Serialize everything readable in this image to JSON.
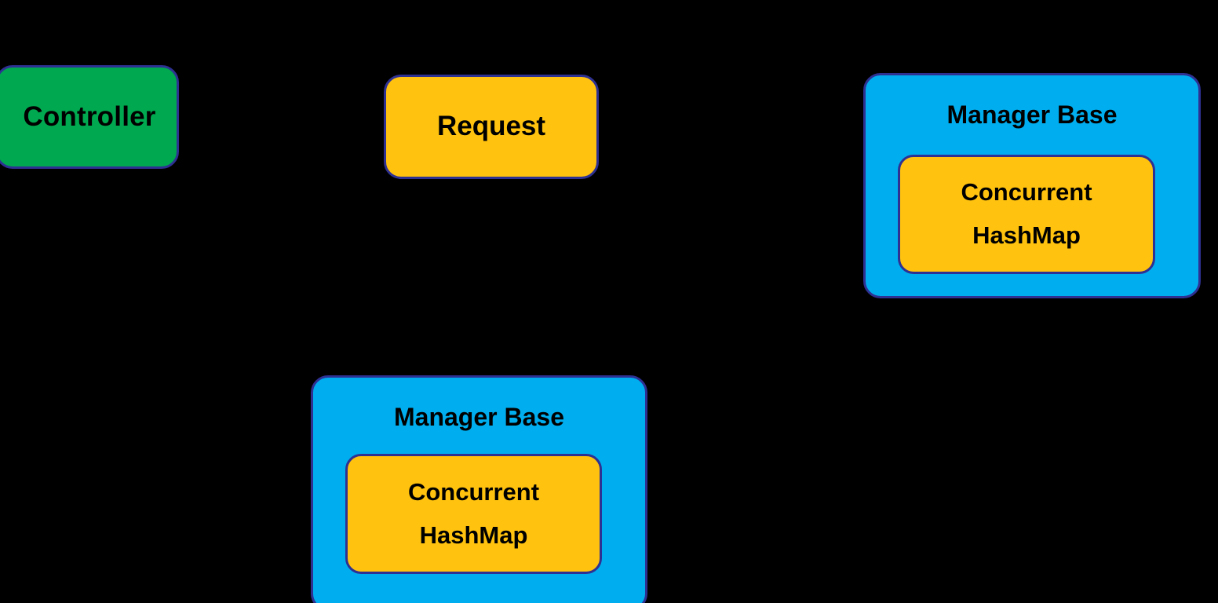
{
  "diagram": {
    "background_color": "#000000",
    "border_color": "#2E3192",
    "text_color": "#000000",
    "nodes": [
      {
        "id": "controller",
        "label": "Controller",
        "fill_color": "#00A94F",
        "shape": "rounded-rectangle"
      },
      {
        "id": "request",
        "label": "Request",
        "fill_color": "#FFC20E",
        "shape": "rounded-rectangle"
      },
      {
        "id": "manager-base-right",
        "label": "Manager Base",
        "fill_color": "#00AEEF",
        "shape": "rounded-rectangle",
        "inner": {
          "id": "concurrent-hashmap-right",
          "line_1": "Concurrent",
          "line_2": "HashMap",
          "fill_color": "#FFC20E"
        }
      },
      {
        "id": "manager-base-bottom",
        "label": "Manager Base",
        "fill_color": "#00AEEF",
        "shape": "rounded-rectangle",
        "inner": {
          "id": "concurrent-hashmap-bottom",
          "line_1": "Concurrent",
          "line_2": "HashMap",
          "fill_color": "#FFC20E"
        }
      }
    ]
  }
}
